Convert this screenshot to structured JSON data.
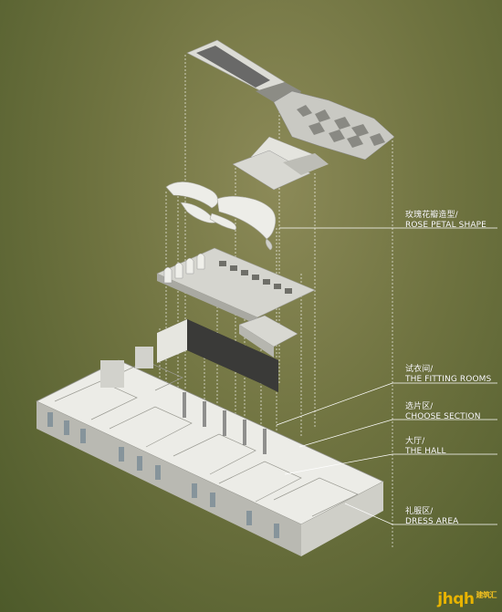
{
  "labels": {
    "rose_petal": {
      "cn": "玫瑰花瓣造型/",
      "en": "ROSE PETAL SHAPE"
    },
    "fitting_rooms": {
      "cn": "试衣间/",
      "en": "THE FITTING ROOMS"
    },
    "choose_section": {
      "cn": "选片区/",
      "en": "CHOOSE SECTION"
    },
    "hall": {
      "cn": "大厅/",
      "en": "THE HALL"
    },
    "dress_area": {
      "cn": "礼服区/",
      "en": "DRESS AREA"
    }
  },
  "watermark": {
    "text": "jhqh",
    "suffix": "建筑汇"
  },
  "colors": {
    "background": "#6f7340",
    "leader_line": "#ffffff",
    "model_white": "#e9e9e4",
    "model_shadow": "#9c9c95",
    "glass": "#7f8f99"
  }
}
